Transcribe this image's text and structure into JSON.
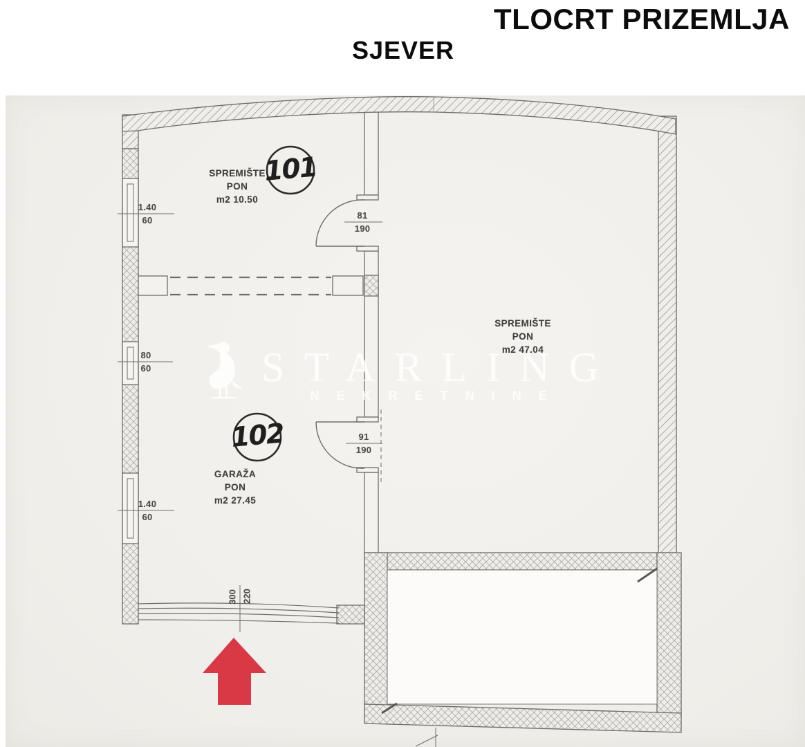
{
  "header": {
    "title": "TLOCRT PRIZEMLJA",
    "north_label": "SJEVER"
  },
  "watermark": {
    "brand": "STARLING",
    "tagline": "NEKRETNINE",
    "icon": "starling-bird-icon"
  },
  "rooms": {
    "storage_101": {
      "number": "101",
      "name": "SPREMIŠTE",
      "usage": "PON",
      "area": "m2 10.50"
    },
    "garage_102": {
      "number": "102",
      "name": "GARAŽA",
      "usage": "PON",
      "area": "m2 27.45"
    },
    "storage_main": {
      "name": "SPREMIŠTE",
      "usage": "PON",
      "area": "m2 47.04"
    }
  },
  "dimensions": {
    "window_upper_left": {
      "width": "1.40",
      "height": "60"
    },
    "window_middle_left": {
      "width": "80",
      "height": "60"
    },
    "window_lower_left": {
      "width": "1.40",
      "height": "60"
    },
    "door_upper": {
      "width": "81",
      "height": "190"
    },
    "door_lower": {
      "width": "91",
      "height": "190"
    },
    "garage_door": {
      "width": "300",
      "height": "220"
    }
  },
  "colors": {
    "arrow_red": "#d93845",
    "paper": "#f2f0ec",
    "wall_ink": "#6f6d68",
    "label_ink": "#3f3f3f"
  }
}
